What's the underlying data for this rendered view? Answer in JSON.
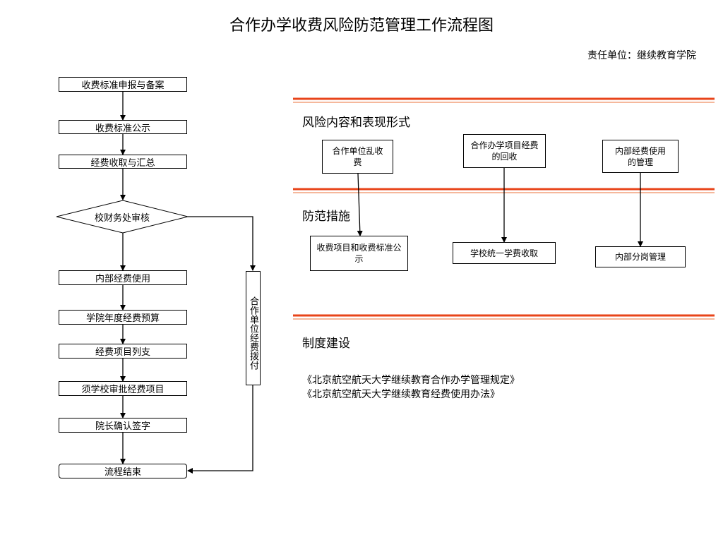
{
  "title": "合作办学收费风险防范管理工作流程图",
  "unit": "责任单位：继续教育学院",
  "flow": {
    "step1": "收费标准申报与备案",
    "step2": "收费标准公示",
    "step3": "经费收取与汇总",
    "decision": "校财务处审核",
    "step5": "内部经费使用",
    "step6": "学院年度经费预算",
    "step7": "经费项目列支",
    "step8": "须学校审批经费项目",
    "step9": "院长确认签字",
    "end": "流程结束",
    "side": "合作单位经费拨付"
  },
  "sections": {
    "risk": "风险内容和表现形式",
    "measures": "防范措施",
    "system": "制度建设"
  },
  "risks": [
    "合作单位乱收费",
    "合作办学项目经费的回收",
    "内部经费使用的管理"
  ],
  "measures": [
    "收费项目和收费标准公示",
    "学校统一学费收取",
    "内部分岗管理"
  ],
  "laws": [
    "《北京航空航天大学继续教育合作办学管理规定》",
    "《北京航空航天大学继续教育经费使用办法》"
  ],
  "colors": {
    "rule_red": "#E8441A",
    "rule_orange": "#F2A07B",
    "stroke": "#000000"
  }
}
